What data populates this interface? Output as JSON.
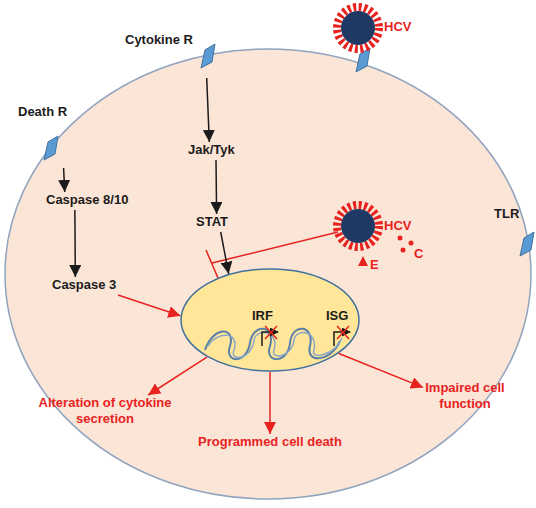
{
  "diagram": {
    "nodes": [
      {
        "text": [
          "HCV"
        ]
      },
      {
        "text": [
          "Cytokine R"
        ]
      },
      {
        "text": [
          "Death R"
        ]
      },
      {
        "text": [
          "Jak/Tyk"
        ]
      },
      {
        "text": [
          "Caspase 8/10"
        ]
      },
      {
        "text": [
          "TLR"
        ]
      },
      {
        "text": [
          "STAT"
        ]
      },
      {
        "text": [
          "HCV"
        ]
      },
      {
        "text": [
          "Caspase 3"
        ]
      },
      {
        "text": [
          "IRF",
          "ISG"
        ]
      },
      {
        "text": [
          "Alteration of cytokine secretion"
        ]
      },
      {
        "text": [
          "Impaired cell function"
        ]
      },
      {
        "text": [
          "Programmed cell death"
        ]
      }
    ],
    "edges": [
      {
        "from": 2,
        "to": 4,
        "arrow": "to"
      },
      {
        "from": 4,
        "to": 8,
        "arrow": "to"
      },
      {
        "from": 1,
        "to": 3,
        "arrow": "to"
      },
      {
        "from": 3,
        "to": 6,
        "arrow": "to"
      },
      {
        "from": 6,
        "to": 9,
        "arrow": "to"
      },
      {
        "from": 8,
        "to": 9,
        "arrow": "to"
      },
      {
        "from": 9,
        "to": 10,
        "arrow": "to"
      },
      {
        "from": 9,
        "to": 11,
        "arrow": "to"
      },
      {
        "from": 9,
        "to": 12,
        "arrow": "to"
      }
    ],
    "labels": [
      "E",
      "C"
    ]
  }
}
